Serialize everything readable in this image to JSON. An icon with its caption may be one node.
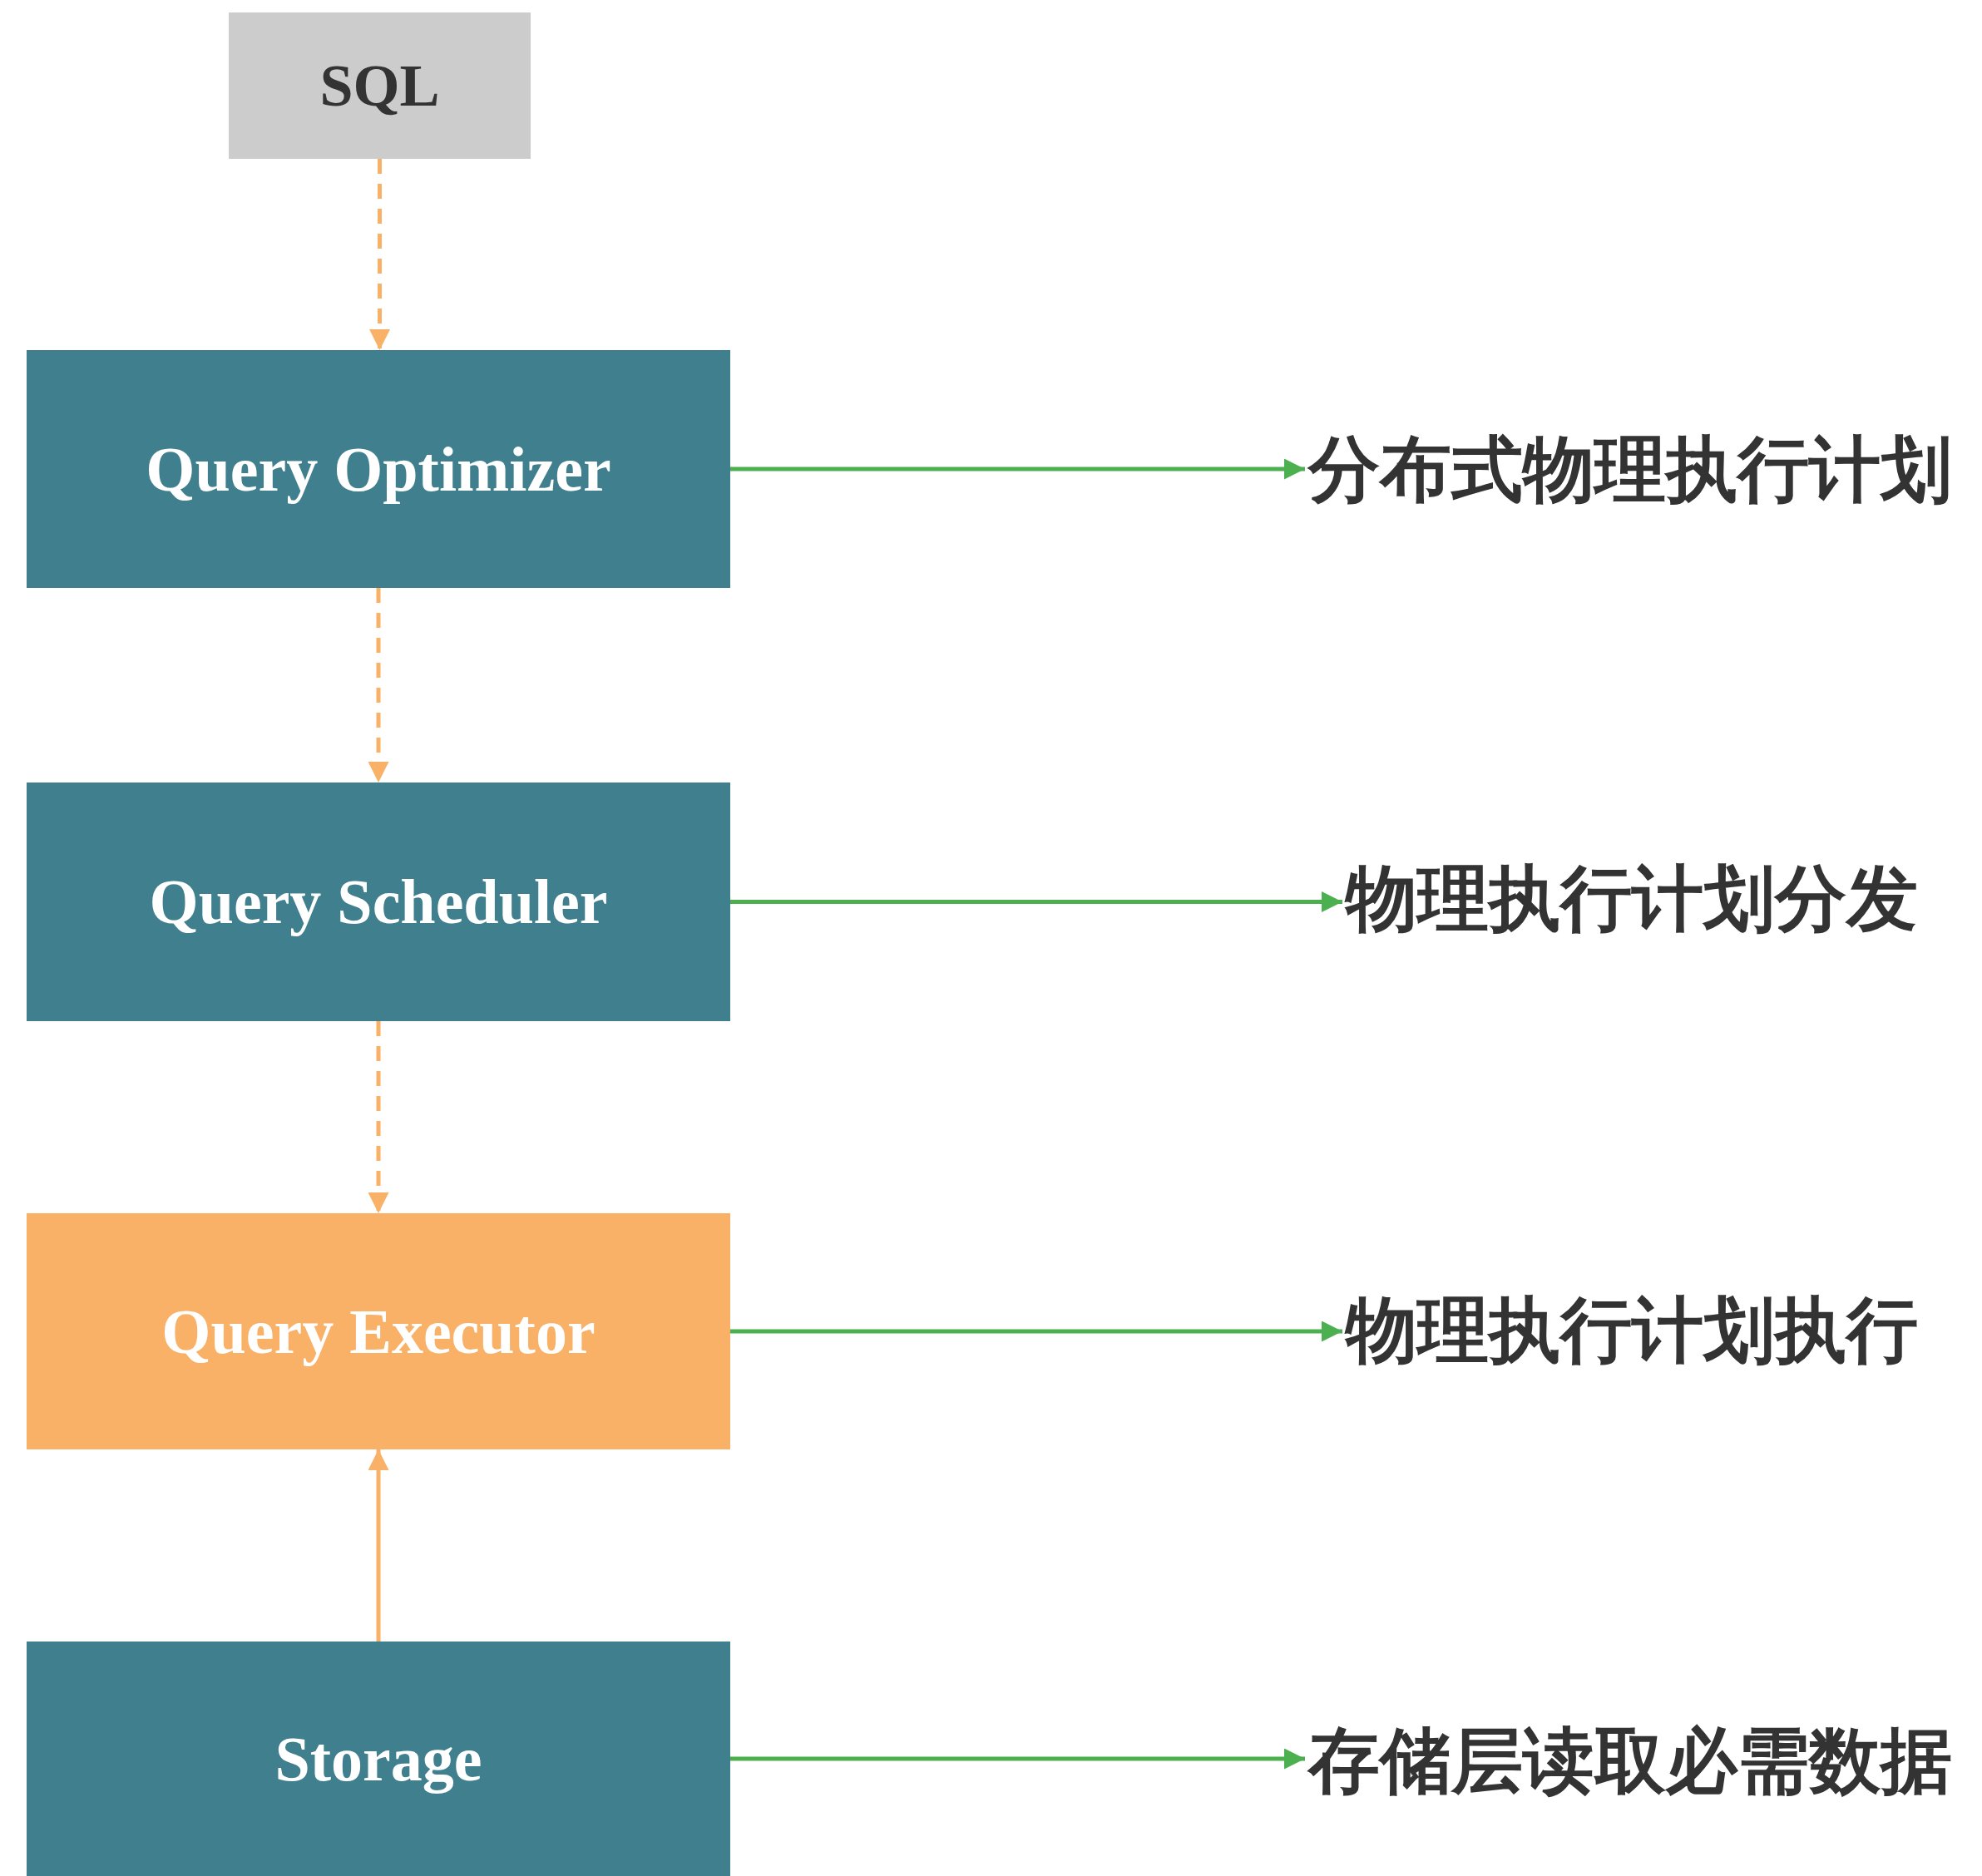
{
  "diagram": {
    "nodes": [
      {
        "text": [
          "SQL"
        ]
      },
      {
        "text": [
          "Query Optimizer"
        ]
      },
      {
        "text": [
          "分布式物理执行计划"
        ]
      },
      {
        "text": [
          "Query Scheduler"
        ]
      },
      {
        "text": [
          "物理执行计划分发"
        ]
      },
      {
        "text": [
          "Query Executor"
        ]
      },
      {
        "text": [
          "物理执行计划执行"
        ]
      },
      {
        "text": [
          "Storage"
        ]
      },
      {
        "text": [
          "存储层读取必需数据"
        ]
      }
    ],
    "edges": [
      {
        "from": 0,
        "to": 1,
        "arrow": "to",
        "style": "dashed",
        "color": "#f9b067"
      },
      {
        "from": 1,
        "to": 2,
        "arrow": "to",
        "color": "#4caf50"
      },
      {
        "from": 1,
        "to": 3,
        "arrow": "to",
        "style": "dashed",
        "color": "#f9b067"
      },
      {
        "from": 3,
        "to": 4,
        "arrow": "to",
        "color": "#4caf50"
      },
      {
        "from": 3,
        "to": 5,
        "arrow": "to",
        "style": "dashed",
        "color": "#f9b067"
      },
      {
        "from": 5,
        "to": 6,
        "arrow": "to",
        "color": "#4caf50"
      },
      {
        "from": 7,
        "to": 5,
        "arrow": "to",
        "color": "#f9b067"
      },
      {
        "from": 7,
        "to": 8,
        "arrow": "to",
        "color": "#4caf50"
      }
    ]
  }
}
